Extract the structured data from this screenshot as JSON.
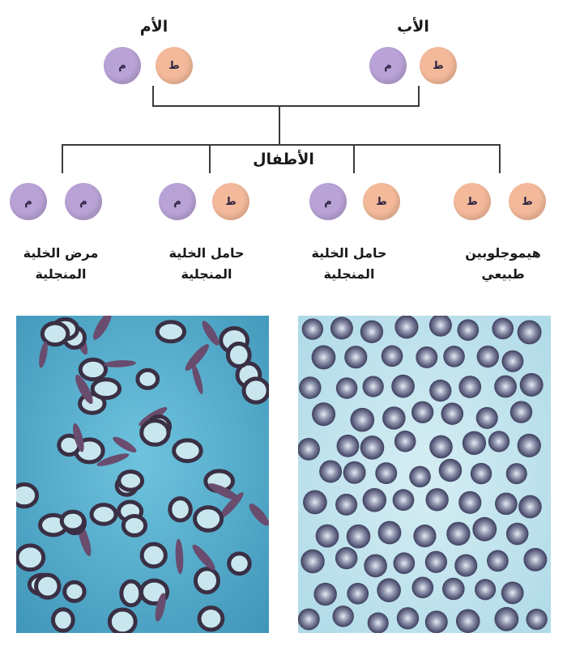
{
  "colors": {
    "allele_sickle": "#b9a2d6",
    "allele_normal": "#f3b99a",
    "line": "#3a3a3a",
    "panel_sickle_bg": "#4fa9c9",
    "panel_normal_bg": "#bfe3ec"
  },
  "parents": {
    "mother": {
      "label": "الأم",
      "alleles": [
        "م",
        "ط"
      ]
    },
    "father": {
      "label": "الأب",
      "alleles": [
        "م",
        "ط"
      ]
    }
  },
  "children": {
    "label": "الأطفال",
    "items": [
      {
        "alleles": [
          "م",
          "م"
        ],
        "phenotype_line1": "مرض الخلية",
        "phenotype_line2": "المنجلية"
      },
      {
        "alleles": [
          "م",
          "ط"
        ],
        "phenotype_line1": "حامل الخلية",
        "phenotype_line2": "المنجلية"
      },
      {
        "alleles": [
          "م",
          "ط"
        ],
        "phenotype_line1": "حامل الخلية",
        "phenotype_line2": "المنجلية"
      },
      {
        "alleles": [
          "ط",
          "ط"
        ],
        "phenotype_line1": "هيموجلوبين",
        "phenotype_line2": "طبيعي"
      }
    ]
  },
  "micrographs": {
    "sickle": "sickle-cell-blood-micrograph",
    "normal": "normal-blood-micrograph"
  }
}
